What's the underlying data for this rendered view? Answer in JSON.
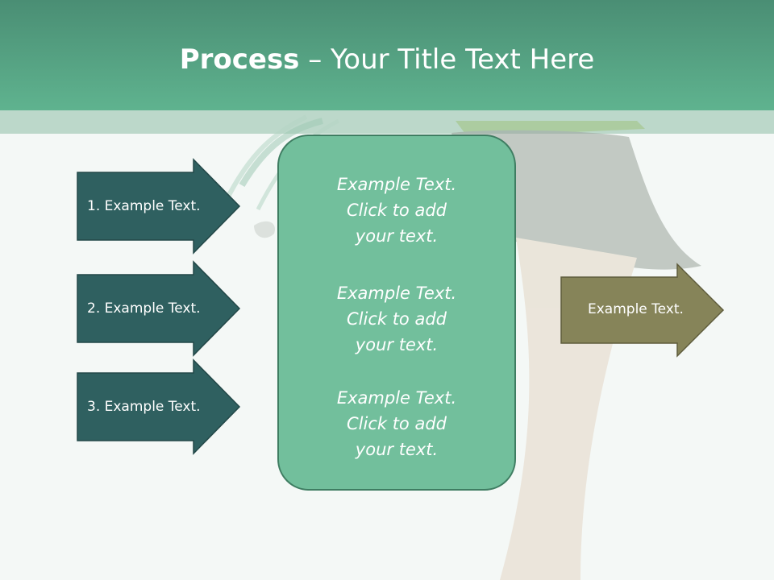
{
  "title": {
    "bold": "Process",
    "rest": " – Your Title Text Here"
  },
  "left_steps": [
    {
      "label": "1. Example Text."
    },
    {
      "label": "2. Example Text."
    },
    {
      "label": "3. Example Text."
    }
  ],
  "center_blocks": [
    {
      "lines": [
        "Example Text.",
        "Click  to add",
        "your text."
      ]
    },
    {
      "lines": [
        "Example Text.",
        "Click  to add",
        "your text."
      ]
    },
    {
      "lines": [
        "Example Text.",
        "Click  to add",
        "your text."
      ]
    }
  ],
  "output": {
    "label": "Example Text."
  },
  "colors": {
    "header": "#5fb38f",
    "left_arrow_fill": "#2f6060",
    "center_box_fill": "#72bf9c",
    "output_arrow_fill": "#868459"
  }
}
